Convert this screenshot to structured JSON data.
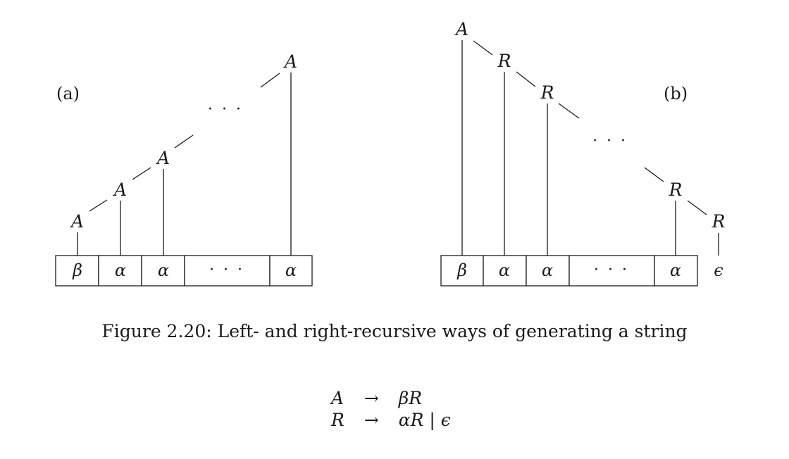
{
  "figure": {
    "left_tree": {
      "label": "(a)",
      "nodes": [
        "A",
        "A",
        "A",
        "A"
      ],
      "ellipsis": "· · ·",
      "cells": [
        "β",
        "α",
        "α",
        "· · ·",
        "α"
      ]
    },
    "right_tree": {
      "label": "(b)",
      "nodes": [
        "A",
        "R",
        "R",
        "R",
        "R"
      ],
      "ellipsis": "· · ·",
      "cells": [
        "β",
        "α",
        "α",
        "· · ·",
        "α"
      ],
      "epsilon": "ϵ"
    }
  },
  "caption": "Figure 2.20: Left- and right-recursive ways of generating a string",
  "grammar": {
    "rules": [
      {
        "lhs": "A",
        "arrow": "→",
        "rhs": "βR"
      },
      {
        "lhs": "R",
        "arrow": "→",
        "rhs": "αR | ϵ"
      }
    ]
  }
}
